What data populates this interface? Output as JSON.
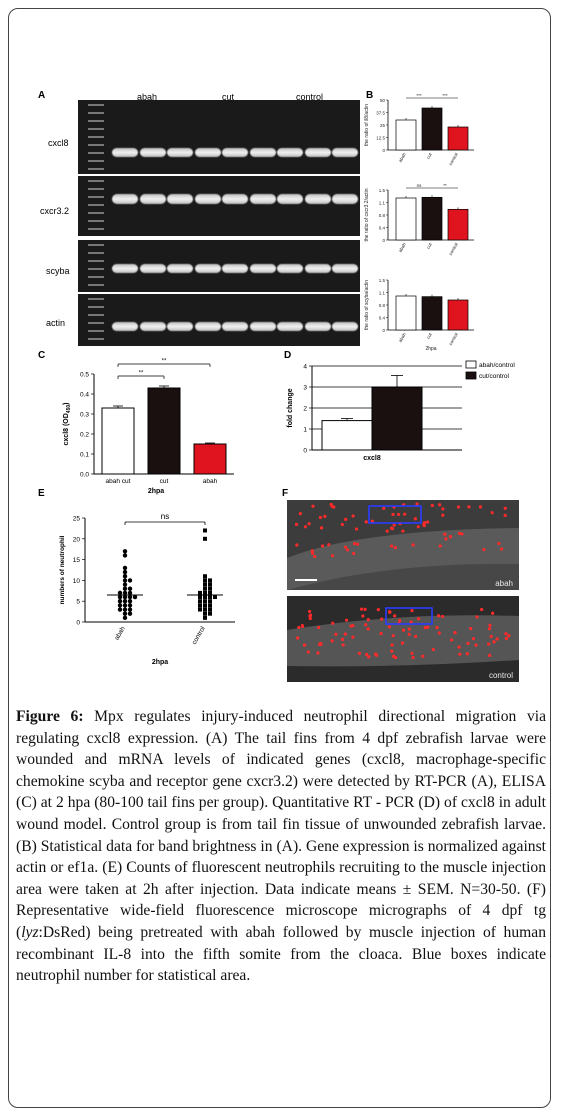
{
  "panels": {
    "A": {
      "letter": "A",
      "columns": [
        "abah",
        "cut",
        "control"
      ],
      "genes": [
        "cxcl8",
        "cxcr3.2",
        "scyba",
        "actin"
      ]
    },
    "B": {
      "letter": "B",
      "plots": [
        {
          "ylabel": "the ratio of il8/actin",
          "categories": [
            "abah",
            "cut",
            "control"
          ],
          "values": [
            30,
            42,
            23
          ],
          "ylim": [
            0,
            50
          ],
          "sig": [
            "***",
            "***"
          ]
        },
        {
          "ylabel": "the ratio of cxcr3.2/actin",
          "categories": [
            "abah",
            "cut",
            "control"
          ],
          "values": [
            1.26,
            1.28,
            0.92
          ],
          "ylim": [
            0,
            1.5
          ],
          "sig": [
            "ns",
            "**"
          ]
        },
        {
          "ylabel": "the ratio of scyba/actin",
          "categories": [
            "abah",
            "cut",
            "control"
          ],
          "values": [
            1.02,
            1.0,
            0.9
          ],
          "ylim": [
            0,
            1.5
          ],
          "sig": [],
          "xlabel": "2hpa"
        }
      ]
    },
    "C": {
      "letter": "C",
      "ylabel": "cxcl8 (OD",
      "ylabel_sub": "450",
      "ylabel_end": ")",
      "xlabel": "2hpa",
      "sig": [
        "**",
        "**"
      ]
    },
    "D": {
      "letter": "D",
      "ylabel": "fold change",
      "xlabel": "cxcl8"
    },
    "E": {
      "letter": "E",
      "ylabel": "numbers of neutrophil",
      "xlabel": "2hpa",
      "sig": "ns"
    },
    "F": {
      "letter": "F",
      "top_label": "abah",
      "bottom_label": "control"
    }
  },
  "chart_data": [
    {
      "type": "bar",
      "panel": "C",
      "categories": [
        "abah cut",
        "cut",
        "abah"
      ],
      "values": [
        0.33,
        0.43,
        0.15
      ],
      "errors": [
        0.01,
        0.01,
        0.005
      ],
      "colors": [
        "#ffffff",
        "#1a1010",
        "#e0141e"
      ],
      "ylim": [
        0,
        0.5
      ],
      "yticks": [
        "0.0",
        "0.1",
        "0.2",
        "0.3",
        "0.4",
        "0.5"
      ],
      "xlabel": "2hpa",
      "ylabel": "cxcl8 (OD450)"
    },
    {
      "type": "bar",
      "panel": "D",
      "categories": [
        "cxcl8"
      ],
      "series": [
        {
          "name": "abah/control",
          "values": [
            1.4
          ],
          "errors": [
            0.1
          ],
          "color": "#ffffff"
        },
        {
          "name": "cut/control",
          "values": [
            3.0
          ],
          "errors": [
            0.55
          ],
          "color": "#1a1010"
        }
      ],
      "ylim": [
        0,
        4
      ],
      "yticks": [
        "0",
        "1",
        "2",
        "3",
        "4"
      ],
      "grid": true,
      "legend": "top-right",
      "ylabel": "fold change"
    },
    {
      "type": "scatter",
      "panel": "E",
      "categories": [
        "abah",
        "control"
      ],
      "series": [
        {
          "name": "abah",
          "values": [
            17,
            16,
            13,
            12,
            11,
            10,
            10,
            9,
            8,
            8,
            7,
            7,
            7,
            6,
            6,
            6,
            6,
            5,
            5,
            5,
            4,
            4,
            4,
            3,
            3,
            3,
            2,
            2,
            1
          ],
          "mean": 6.5
        },
        {
          "name": "control",
          "values": [
            22,
            20,
            11,
            10,
            10,
            9,
            9,
            8,
            8,
            7,
            7,
            7,
            6,
            6,
            6,
            6,
            5,
            5,
            5,
            4,
            4,
            4,
            3,
            3,
            3,
            2,
            2,
            1
          ],
          "mean": 6.5
        }
      ],
      "ylim": [
        0,
        25
      ],
      "yticks": [
        "0",
        "5",
        "10",
        "15",
        "20",
        "25"
      ],
      "xlabel": "2hpa",
      "ylabel": "numbers of neutrophil"
    }
  ],
  "caption": {
    "figure_label": "Figure 6:",
    "text_before_italic": " Mpx regulates injury-induced neutrophil directional migration via regulating cxcl8 expression. (A) The tail fins from 4 dpf zebrafish larvae were wounded and mRNA levels of indicated genes (cxcl8, macrophage-specific chemokine scyba and receptor gene cxcr3.2) were detected by RT-PCR (A), ELISA (C) at 2 hpa (80-100 tail fins per group). Quantitative RT - PCR (D) of cxcl8 in adult wound model. Control group is from tail fin tissue of unwounded zebrafish larvae. (B) Statistical data for band brightness in (A). Gene expression is normalized against actin or ef1a. (E) Counts of fluorescent neutrophils recruiting to the muscle injection area were taken at 2h after injection. Data indicate means ± SEM. N=30-50. (F) Representative wide-field fluorescence microscope micrographs of 4 dpf tg (",
    "italic": "lyz",
    "text_after_italic": ":DsRed) being pretreated with abah followed by muscle injection of human recombinant IL-8 into the fifth somite from the cloaca. Blue boxes indicate neutrophil number for statistical area."
  }
}
